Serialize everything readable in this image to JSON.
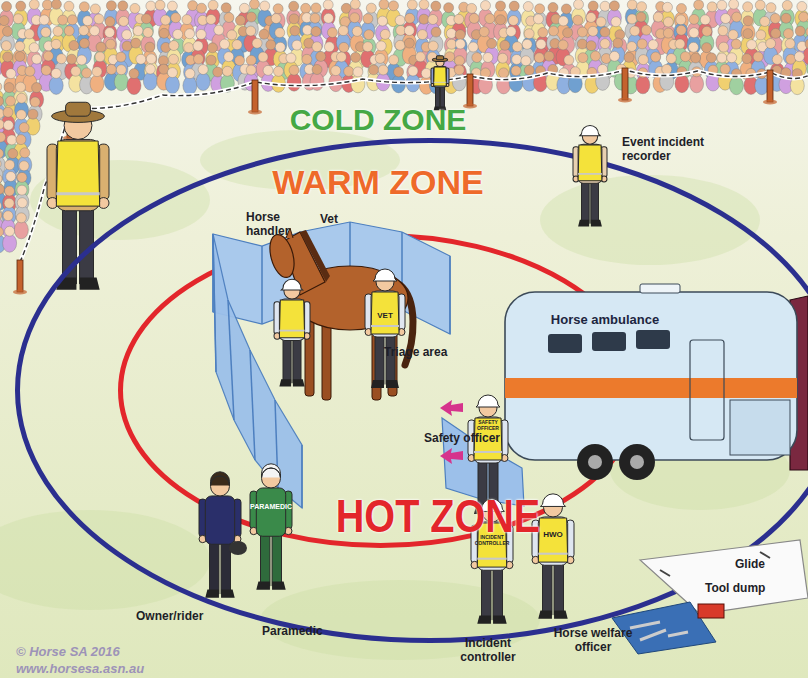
{
  "diagram": {
    "nodes": [
      {
        "text": [
          "WARM ZONE"
        ]
      },
      {
        "text": [
          "HOT ZONE"
        ],
        "in": 0
      }
    ],
    "labels": [
      "COLD ZONE",
      "Event incident recorder",
      "Horse handler",
      "Vet",
      "VET",
      "Triage area",
      "Horse ambulance",
      "SAFETY OFFICER",
      "Safety officer",
      "PARAMEDIC",
      "Owner/rider",
      "Paramedic",
      "INCIDENT CONTROLLER",
      "HWO",
      "Incident controller",
      "Horse welfare officer",
      "Glide",
      "Tool dump",
      "© Horse SA 2016",
      "www.horsesa.asn.au"
    ]
  }
}
